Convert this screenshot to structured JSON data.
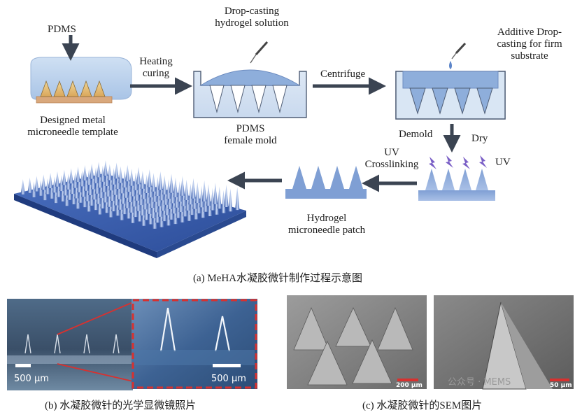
{
  "panel_a": {
    "step_labels": {
      "pdms": "PDMS",
      "designed_template": [
        "Designed metal",
        "microneedle template"
      ],
      "heating_curing": [
        "Heating",
        "curing"
      ],
      "drop_casting": [
        "Drop-casting",
        "hydrogel solution"
      ],
      "female_mold": [
        "PDMS",
        "female mold"
      ],
      "centrifuge": "Centrifuge",
      "additive": [
        "Additive Drop-",
        "casting for firm",
        "substrate"
      ],
      "demold": "Demold",
      "dry": "Dry",
      "uv_crosslinking": [
        "UV",
        "Crosslinking"
      ],
      "uv": "UV",
      "hydrogel_patch": [
        "Hydrogel",
        "microneedle patch"
      ]
    },
    "caption": "(a) MeHA水凝胶微针制作过程示意图"
  },
  "panel_b": {
    "scale_left": "500 μm",
    "scale_right": "500 μm",
    "caption": "(b) 水凝胶微针的光学显微镜照片"
  },
  "panel_c": {
    "scale_left": "200 μm",
    "scale_right": "50 μm",
    "caption": "(c) 水凝胶微针的SEM图片"
  },
  "watermark": "公众号 · MEMS",
  "colors": {
    "arrow": "#3b4452",
    "mold_fill": "#d5e2f2",
    "mold_stroke": "#4f5d75",
    "hydrogel": "#8eaedb",
    "template_base": "#d9a87c",
    "needle_gold": "#e8c87a",
    "patch_blue": "#3a5fae",
    "highlight_red": "#d8312f"
  }
}
